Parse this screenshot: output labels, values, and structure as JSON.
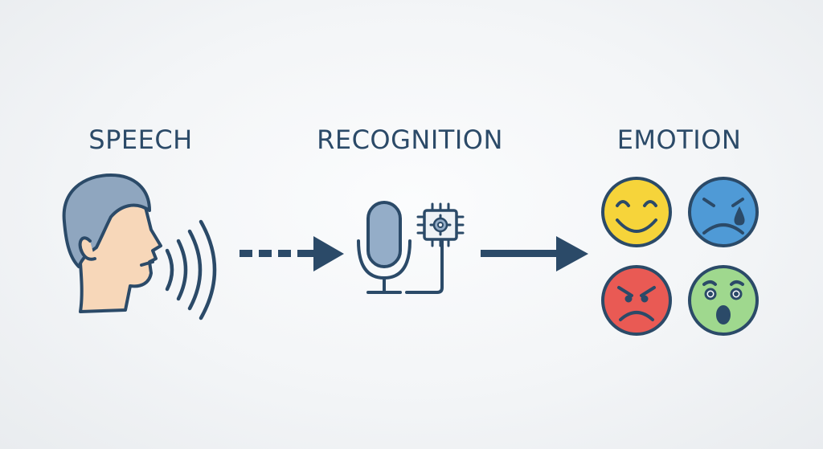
{
  "stages": {
    "speech": {
      "label": "SPEECH"
    },
    "recognition": {
      "label": "RECOGNITION"
    },
    "emotion": {
      "label": "EMOTION"
    }
  },
  "icons": {
    "speaker": "speaking-head-icon",
    "sound": "sound-waves-icon",
    "mic": "microphone-icon",
    "chip": "processor-chip-icon",
    "happy": "happy-face-icon",
    "sad": "sad-face-icon",
    "angry": "angry-face-icon",
    "surprised": "surprised-face-icon"
  },
  "colors": {
    "outline": "#2b4a68",
    "head": "#8fa6bf",
    "skin": "#f7d7b9",
    "mic": "#94adc8",
    "happy": "#f6d43a",
    "sad": "#4f9ad6",
    "angry": "#e95a54",
    "surprised": "#9fd88e"
  }
}
